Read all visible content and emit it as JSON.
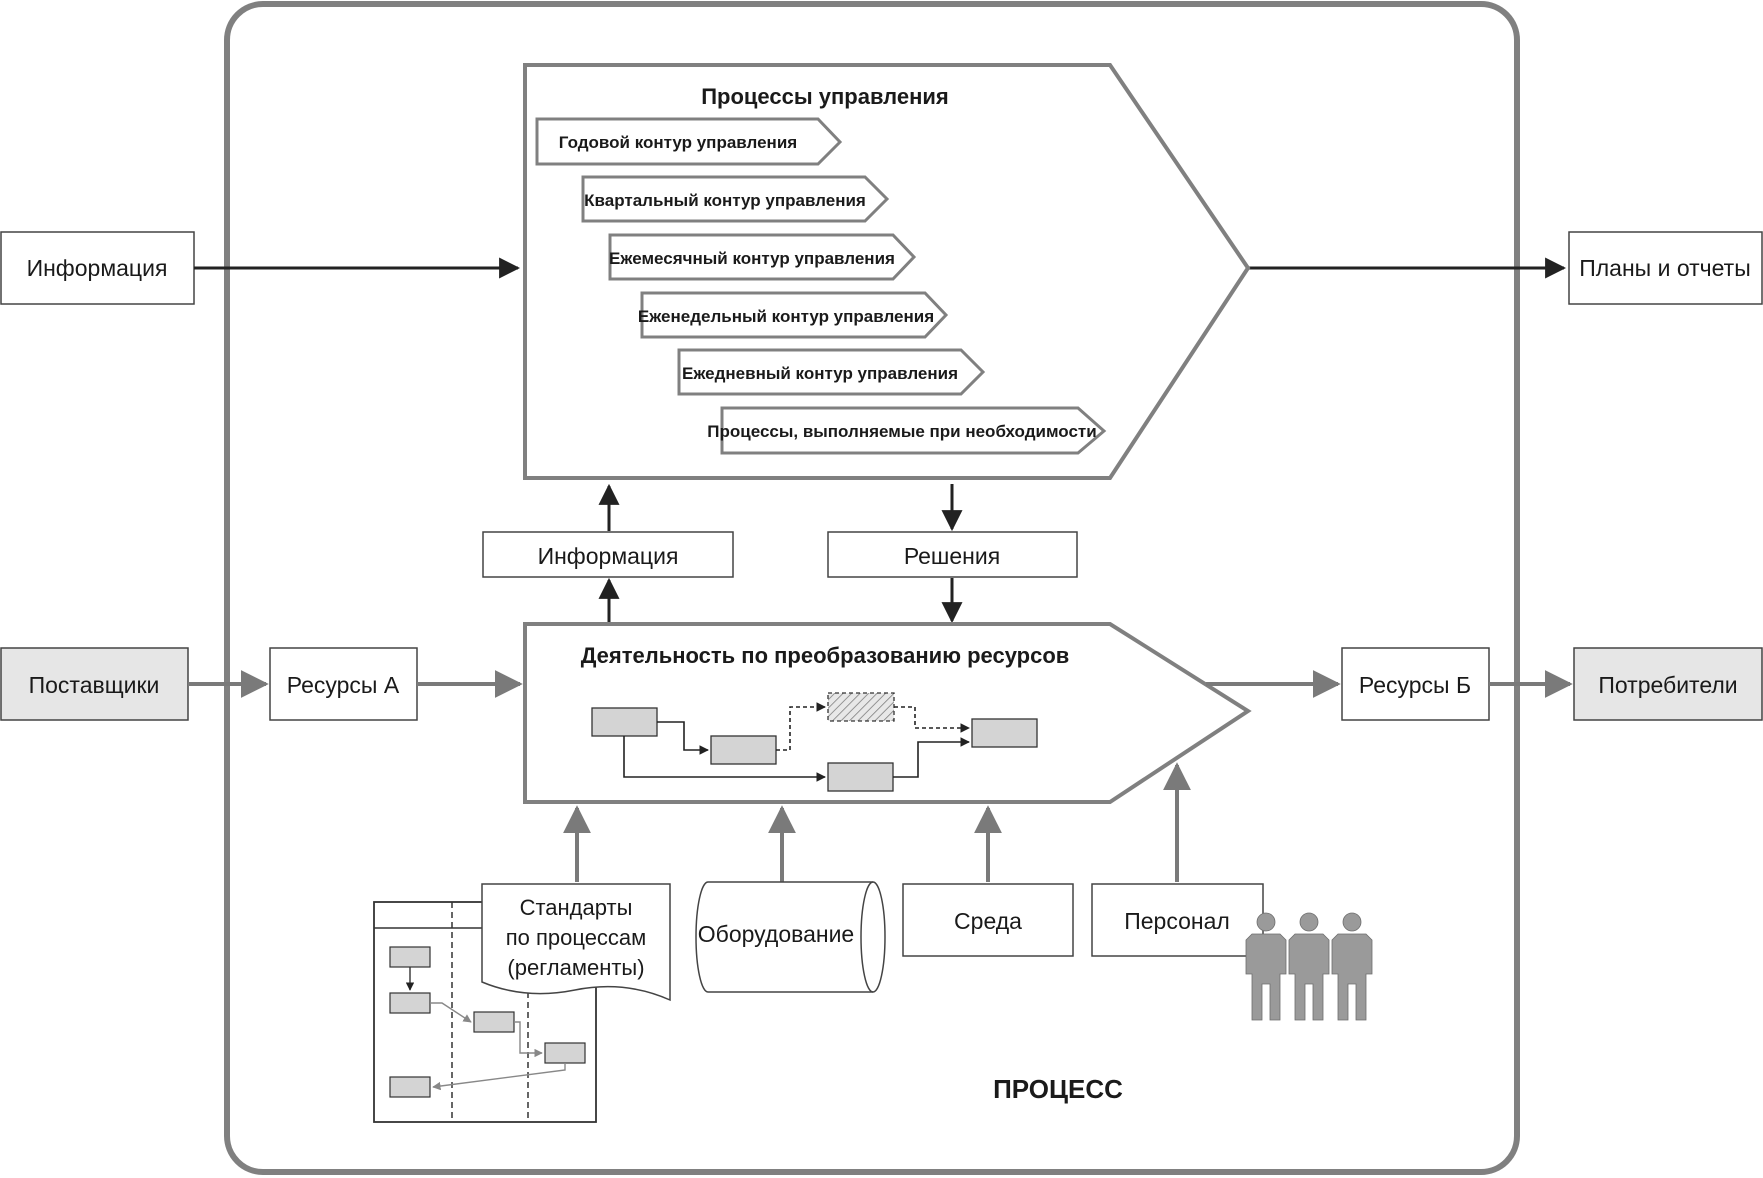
{
  "external": {
    "info_in": "Информация",
    "plans_out": "Планы и отчеты",
    "suppliers": "Поставщики",
    "consumers": "Потребители"
  },
  "management": {
    "title": "Процессы управления",
    "contours": [
      "Годовой контур управления",
      "Квартальный контур управления",
      "Ежемесячный контур управления",
      "Еженедельный контур управления",
      "Ежедневный контур управления",
      "Процессы, выполняемые при необходимости"
    ]
  },
  "middle": {
    "info": "Информация",
    "decisions": "Решения"
  },
  "activity": {
    "title": "Деятельность по преобразованию ресурсов",
    "resources_a": "Ресурсы А",
    "resources_b": "Ресурсы Б"
  },
  "inputs": {
    "standards": [
      "Стандарты",
      "по процессам",
      "(регламенты)"
    ],
    "equipment": "Оборудование",
    "environment": "Среда",
    "personnel": "Персонал"
  },
  "process_label": "ПРОЦЕСС",
  "colors": {
    "frame": "#808080",
    "dark": "#222222",
    "gray_fill": "#e6e6e6",
    "gray_box": "#d4d4d4",
    "person": "#9a9a9a"
  }
}
